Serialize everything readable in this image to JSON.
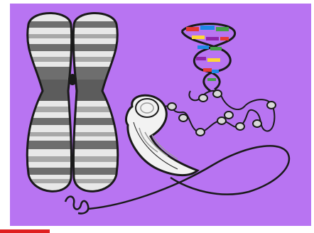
{
  "illustration": {
    "subject": "chromosome-dna-packing",
    "parts": [
      "chromosome",
      "chromatin-coil",
      "nucleosome-strand",
      "dna-double-helix"
    ]
  },
  "colors": {
    "background": "#b874f2",
    "page": "#ffffff",
    "accent_bar": "#e02020",
    "outline": "#1a1a1a",
    "band_dark": "#6e6e6e",
    "band_mid": "#a8a8a8",
    "band_light": "#e8e8e8",
    "helix_rungs": [
      "#e53935",
      "#1e88e5",
      "#43a047",
      "#fdd835",
      "#8e24aa"
    ]
  }
}
